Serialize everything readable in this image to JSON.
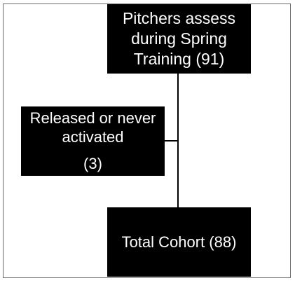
{
  "diagram": {
    "top_box": {
      "lines": [
        "Pitchers assess",
        "during Spring",
        "Training (91)"
      ]
    },
    "exclusion_box": {
      "lines": [
        "Released or never",
        "activated"
      ],
      "count": "(3)"
    },
    "bottom_box": {
      "text": "Total Cohort (88)"
    },
    "colors": {
      "box_fill": "#000000",
      "box_text": "#ffffff",
      "connector": "#000000",
      "frame_border": "#6b6b6b",
      "background": "#ffffff"
    }
  }
}
